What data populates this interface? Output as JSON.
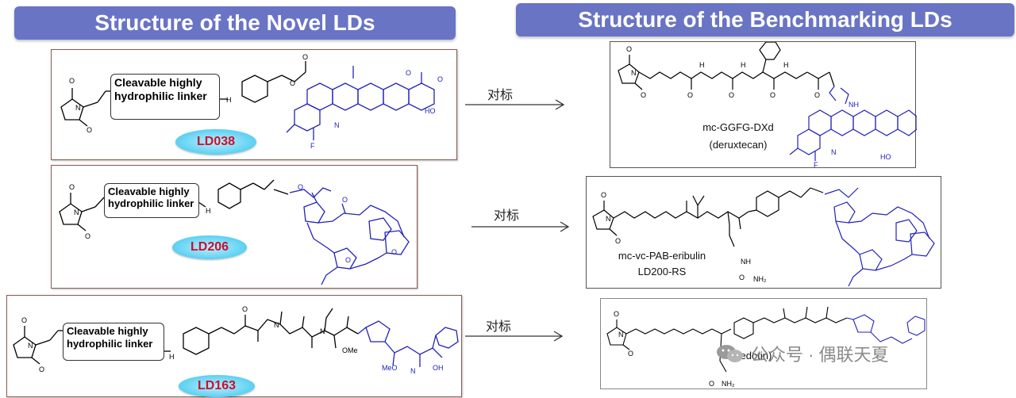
{
  "headers": {
    "novel": "Structure of the Novel LDs",
    "benchmark": "Structure of the Benchmarking LDs"
  },
  "linker_label": "Cleavable highly hydrophilic linker",
  "novel": [
    {
      "id": "LD038"
    },
    {
      "id": "LD206"
    },
    {
      "id": "LD163"
    }
  ],
  "benchmark": [
    {
      "caption_1": "mc-GGFG-DXd",
      "caption_2": "(deruxtecan)"
    },
    {
      "caption_1": "mc-vc-PAB-eribulin",
      "caption_2": "LD200-RS"
    },
    {
      "caption_1": "(vedotin)"
    }
  ],
  "arrow_label": "对标",
  "watermark": "公众号 · 偶联天夏",
  "colors": {
    "header_bg": "#6a74c4",
    "pill_text": "#c8102e",
    "payload_blue": "#2222bb"
  }
}
